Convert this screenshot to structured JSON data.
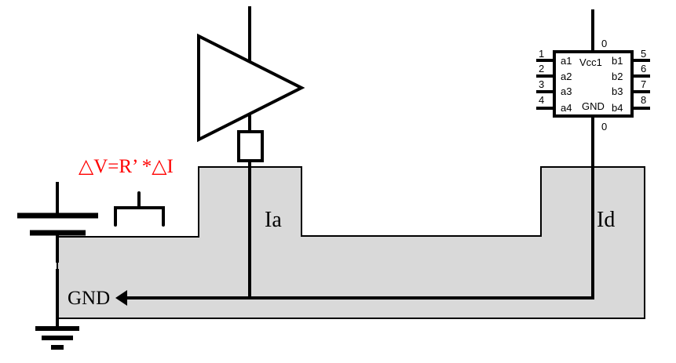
{
  "labels": {
    "formula": "△V=R’ *△I",
    "ia": "Ia",
    "id": "Id",
    "gnd": "GND"
  },
  "chip": {
    "top_pin": "0",
    "bottom_pin": "0",
    "vcc": "Vcc1",
    "gnd": "GND",
    "left_labels": [
      "a1",
      "a2",
      "a3",
      "a4"
    ],
    "right_labels": [
      "b1",
      "b2",
      "b3",
      "b4"
    ],
    "left_pins": [
      "1",
      "2",
      "3",
      "4"
    ],
    "right_pins": [
      "5",
      "6",
      "7",
      "8"
    ]
  },
  "colors": {
    "plane": "#d9d9d9",
    "formula": "#ff0000"
  }
}
